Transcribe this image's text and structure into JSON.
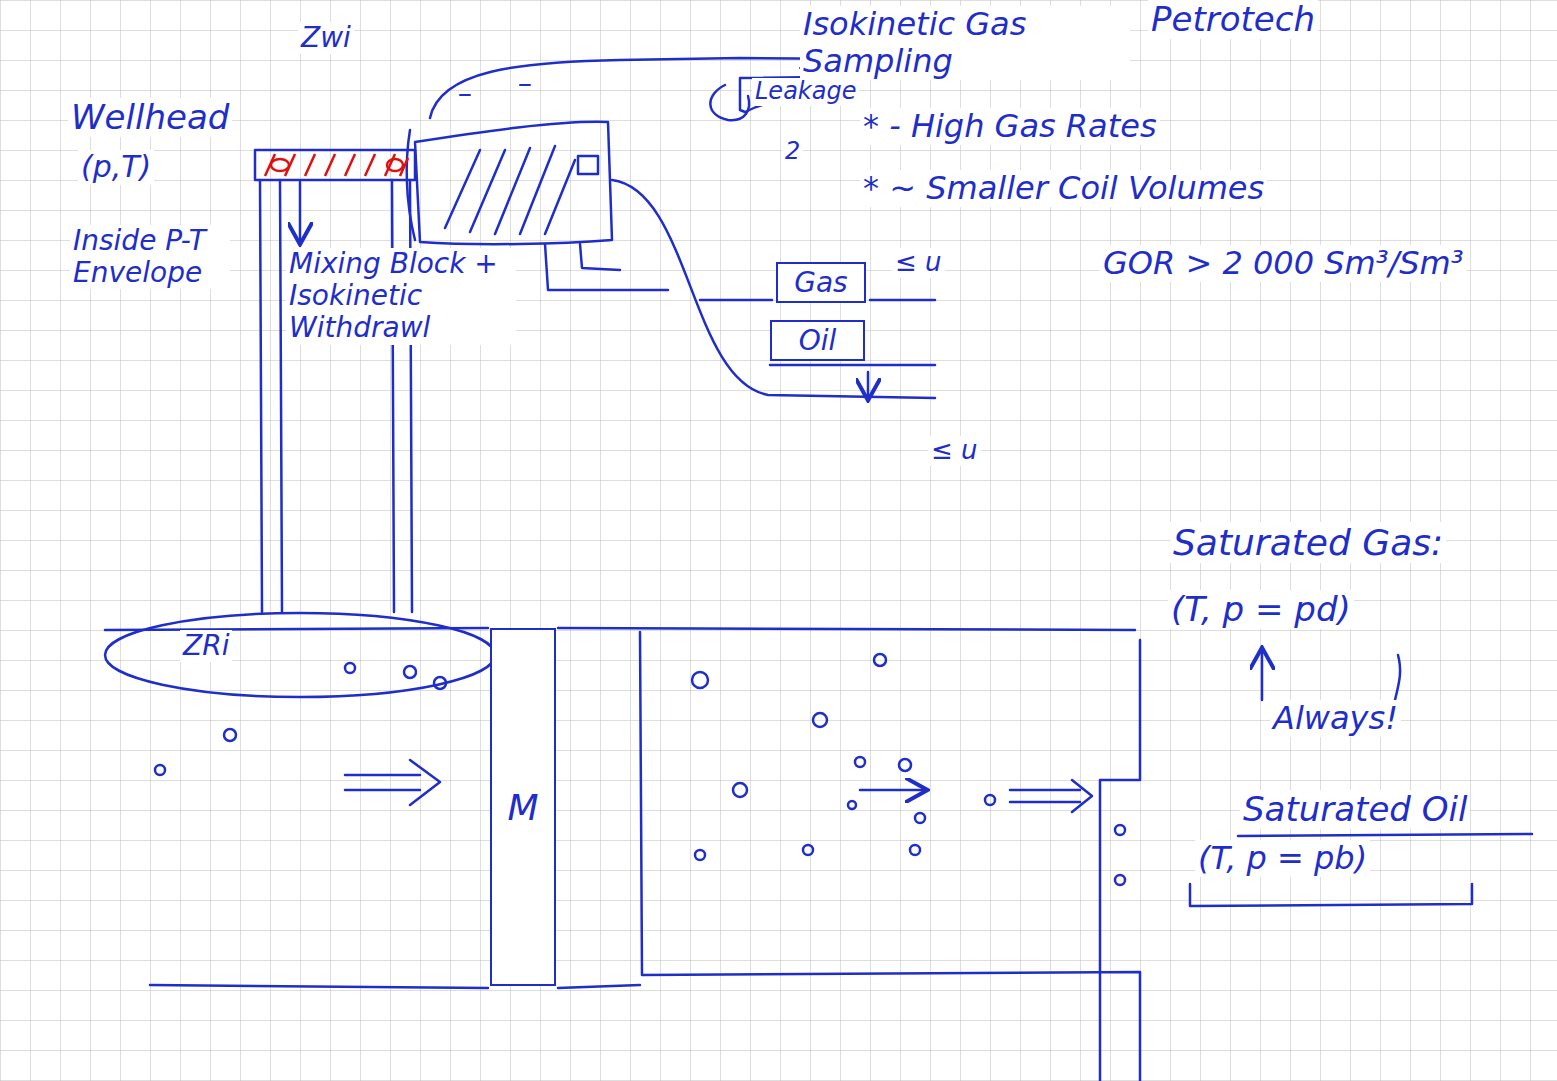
{
  "diagram": {
    "nodes": [
      {
        "text": [
          "Gas"
        ]
      },
      {
        "text": [
          "Oil"
        ]
      },
      {
        "text": [
          "M"
        ]
      }
    ],
    "labels": [
      "Wellhead",
      "(p,T)",
      "Inside P-T Envelope",
      "Zwi",
      "Mixing Block + Isokinetic Withdrawl",
      "Isokinetic Gas Sampling",
      "Petrotech",
      "Leakage",
      "2",
      "* - High Gas Rates",
      "* ~ Smaller Coil Volumes",
      "GOR > 2 000 Sm³/Sm³",
      "≤ u",
      "≤ u",
      "ZRi",
      "Saturated Gas:",
      "(T, p = pd)",
      "Always!",
      "Saturated Oil",
      "(T, p = pb)"
    ]
  }
}
